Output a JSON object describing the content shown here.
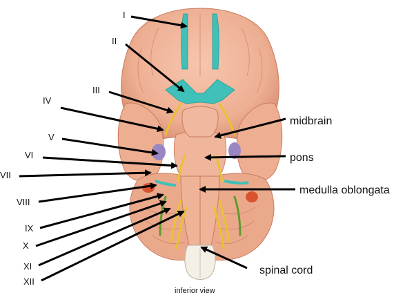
{
  "colors": {
    "brain": "#efb49a",
    "brain_shadow": "#d98f72",
    "brain_fold": "#c97a5e",
    "olfactory": "#3fc0b8",
    "nerve_yellow": "#e8c233",
    "nerve_purple": "#9b86c4",
    "nerve_green": "#5e9a2e",
    "vessel_red": "#d9532e",
    "spinal_cord": "#f4f0e6",
    "arrow": "#000000"
  },
  "cranial_nerves": [
    {
      "id": "I",
      "label": "I"
    },
    {
      "id": "II",
      "label": "II"
    },
    {
      "id": "III",
      "label": "III"
    },
    {
      "id": "IV",
      "label": "IV"
    },
    {
      "id": "V",
      "label": "V"
    },
    {
      "id": "VI",
      "label": "VI"
    },
    {
      "id": "VII",
      "label": "VII"
    },
    {
      "id": "VIII",
      "label": "VIII"
    },
    {
      "id": "IX",
      "label": "IX"
    },
    {
      "id": "X",
      "label": "X"
    },
    {
      "id": "XI",
      "label": "XI"
    },
    {
      "id": "XII",
      "label": "XII"
    }
  ],
  "structures": [
    {
      "id": "midbrain",
      "label": "midbrain"
    },
    {
      "id": "pons",
      "label": "pons"
    },
    {
      "id": "medulla",
      "label": "medulla oblongata"
    },
    {
      "id": "spinal_cord",
      "label": "spinal cord"
    }
  ],
  "caption": "inferior view"
}
